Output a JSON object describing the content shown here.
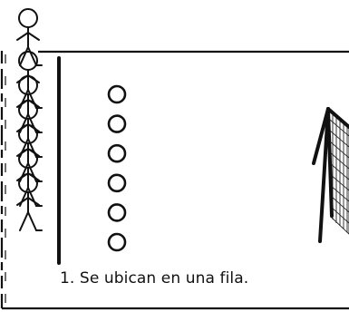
{
  "figure": {
    "caption": "1. Se ubican en una fila.",
    "stroke_color": "#111111",
    "background_color": "#ffffff"
  },
  "row_of_people": {
    "count": 7
  },
  "balls": {
    "count": 6
  },
  "goal_net": {
    "icon": "goal-net-icon"
  }
}
